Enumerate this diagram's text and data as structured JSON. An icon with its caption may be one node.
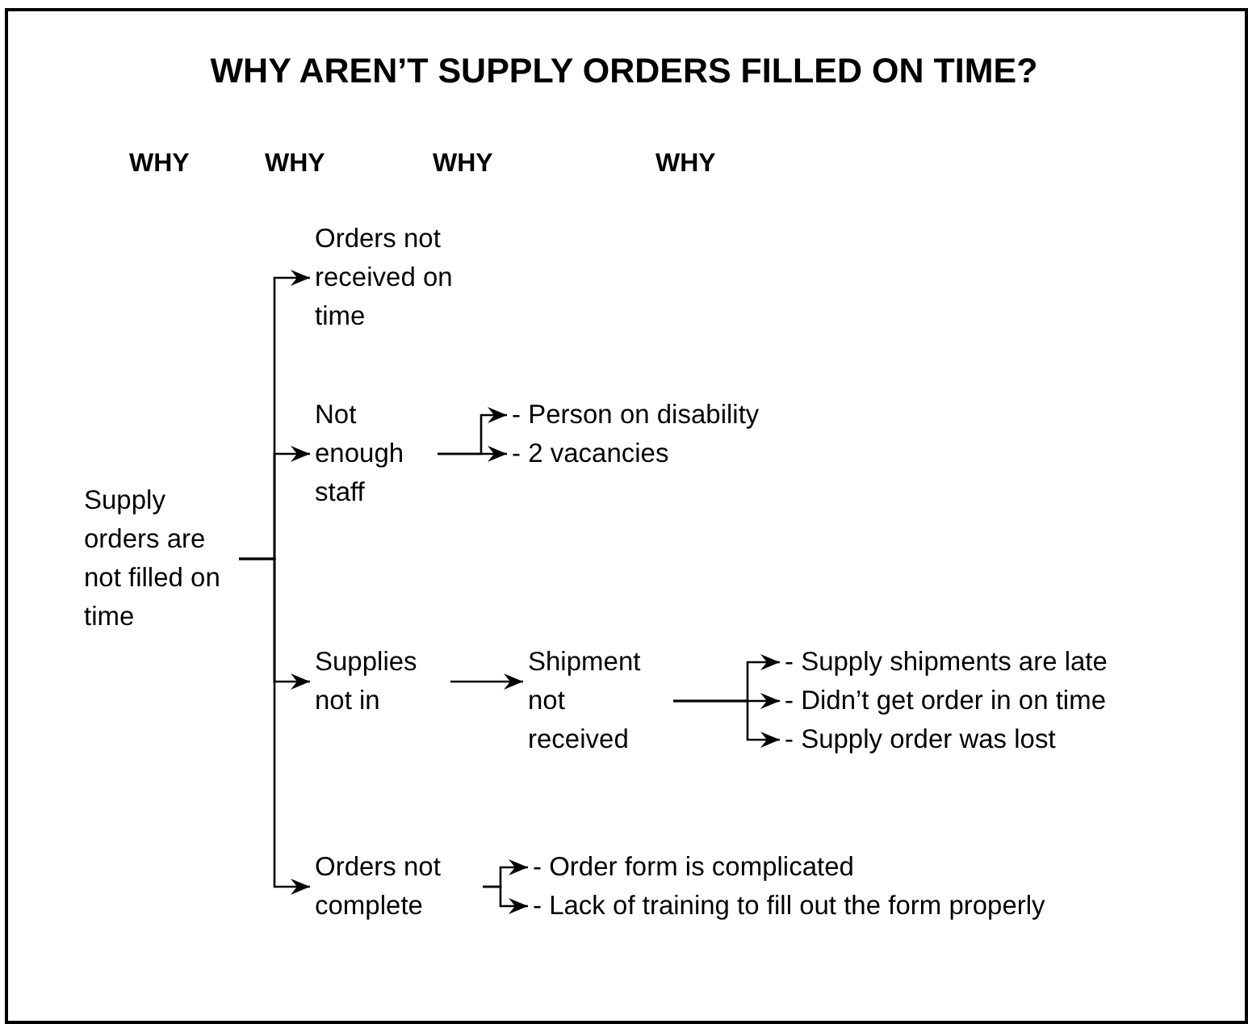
{
  "diagram": {
    "title": "WHY AREN’T SUPPLY ORDERS FILLED ON TIME?",
    "nodes": [
      {
        "text": [
          "Supply orders are not filled on time"
        ]
      },
      {
        "text": [
          "Orders not received on time"
        ]
      },
      {
        "text": [
          "Not enough staff"
        ]
      },
      {
        "text": [
          "Supplies not in"
        ]
      },
      {
        "text": [
          "Orders not complete"
        ]
      },
      {
        "text": [
          "- Person on disability"
        ]
      },
      {
        "text": [
          "- 2 vacancies"
        ]
      },
      {
        "text": [
          "Shipment not received"
        ]
      },
      {
        "text": [
          "- Supply shipments are late"
        ]
      },
      {
        "text": [
          "- Didn’t get order in on time"
        ]
      },
      {
        "text": [
          "- Supply order was lost"
        ]
      },
      {
        "text": [
          "- Order form is complicated"
        ]
      },
      {
        "text": [
          "- Lack of training to fill out the form properly"
        ]
      }
    ],
    "edges": [
      {
        "from": 0,
        "to": 1,
        "arrow": "to"
      },
      {
        "from": 0,
        "to": 2,
        "arrow": "to"
      },
      {
        "from": 0,
        "to": 3,
        "arrow": "to"
      },
      {
        "from": 0,
        "to": 4,
        "arrow": "to"
      },
      {
        "from": 2,
        "to": 5,
        "arrow": "to"
      },
      {
        "from": 2,
        "to": 6,
        "arrow": "to"
      },
      {
        "from": 3,
        "to": 7,
        "arrow": "to"
      },
      {
        "from": 7,
        "to": 8,
        "arrow": "to"
      },
      {
        "from": 7,
        "to": 9,
        "arrow": "to"
      },
      {
        "from": 7,
        "to": 10,
        "arrow": "to"
      },
      {
        "from": 4,
        "to": 11,
        "arrow": "to"
      },
      {
        "from": 4,
        "to": 12,
        "arrow": "to"
      }
    ],
    "labels": [
      "WHY",
      "WHY",
      "WHY",
      "WHY"
    ]
  }
}
